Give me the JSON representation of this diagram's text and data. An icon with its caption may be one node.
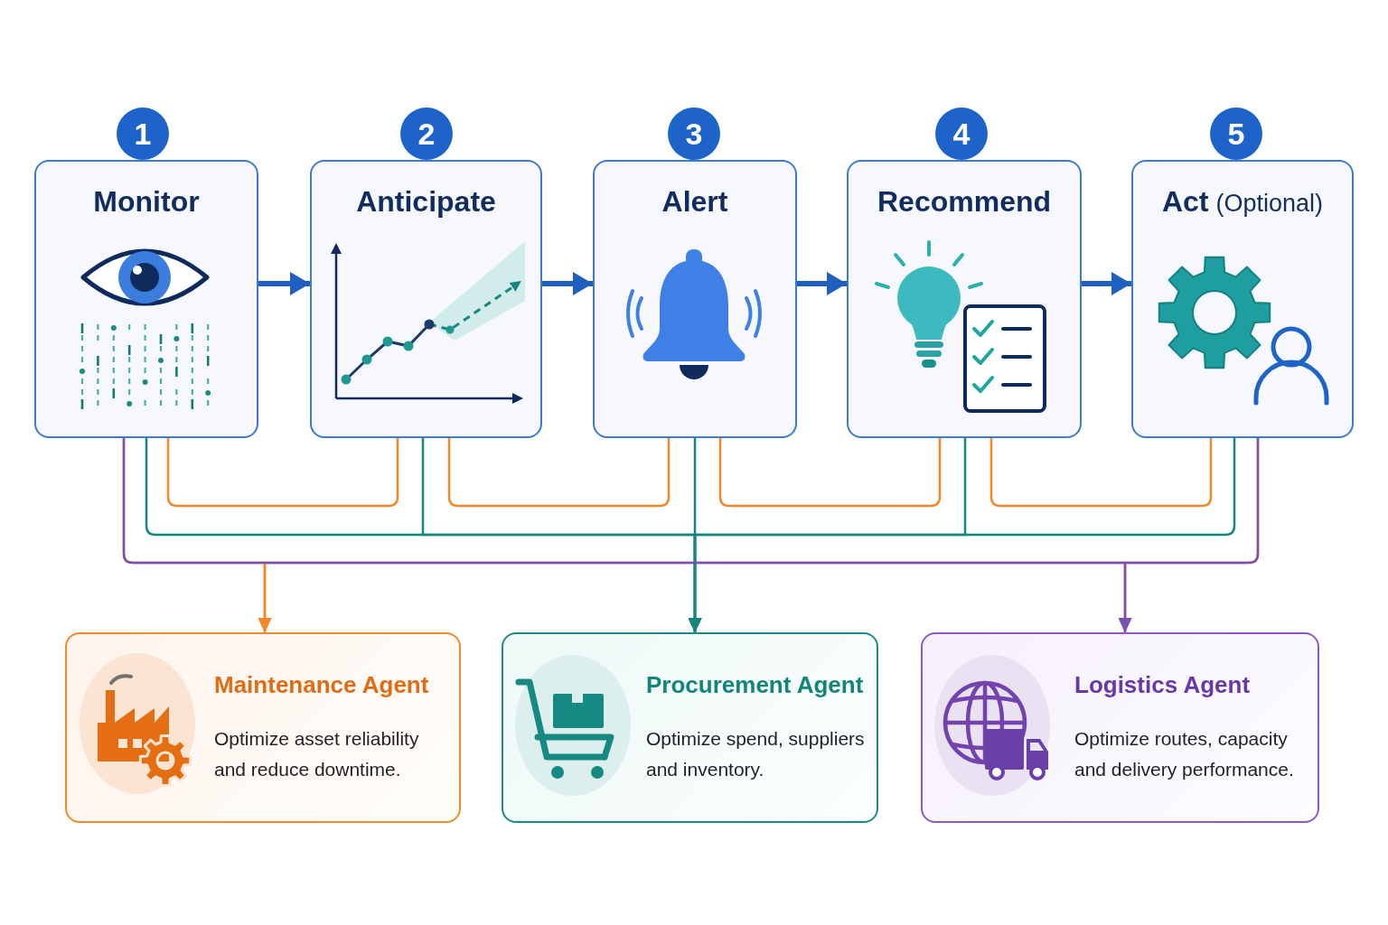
{
  "diagram": {
    "nodes": [
      {
        "text": [
          "1"
        ]
      },
      {
        "text": [
          "2"
        ]
      },
      {
        "text": [
          "3"
        ]
      },
      {
        "text": [
          "4"
        ]
      },
      {
        "text": [
          "5"
        ]
      },
      {
        "text": [
          "Monitor"
        ]
      },
      {
        "text": [
          "Anticipate"
        ]
      },
      {
        "text": [
          "Alert"
        ]
      },
      {
        "text": [
          "Recommend"
        ]
      },
      {
        "text": [
          "Act",
          "(Optional)"
        ]
      },
      {
        "text": [
          "Maintenance Agent",
          "Optimize asset reliability and reduce downtime."
        ]
      },
      {
        "text": [
          "Procurement Agent",
          "Optimize spend, suppliers and inventory."
        ]
      },
      {
        "text": [
          "Logistics Agent",
          "Optimize routes, capacity and delivery performance."
        ]
      }
    ],
    "edges": [
      {
        "from": 5,
        "to": 6,
        "arrow": "to",
        "style": "thick",
        "color": "#1f5fbf"
      },
      {
        "from": 6,
        "to": 7,
        "arrow": "to",
        "style": "thick",
        "color": "#1f5fbf"
      },
      {
        "from": 7,
        "to": 8,
        "arrow": "to",
        "style": "thick",
        "color": "#1f5fbf"
      },
      {
        "from": 8,
        "to": 9,
        "arrow": "to",
        "style": "thick",
        "color": "#1f5fbf"
      },
      {
        "from": 5,
        "to": 6,
        "arrow": "none",
        "color": "#f0892b"
      },
      {
        "from": 6,
        "to": 7,
        "arrow": "none",
        "color": "#f0892b"
      },
      {
        "from": 7,
        "to": 8,
        "arrow": "none",
        "color": "#f0892b"
      },
      {
        "from": 8,
        "to": 9,
        "arrow": "none",
        "color": "#f0892b"
      },
      {
        "from": 5,
        "to": 10,
        "arrow": "to",
        "color": "#f0892b"
      },
      {
        "from": 9,
        "to": 10,
        "arrow": "to",
        "color": "#f0892b"
      },
      {
        "from": 5,
        "to": 11,
        "arrow": "to",
        "color": "#14877d"
      },
      {
        "from": 6,
        "to": 11,
        "arrow": "to",
        "color": "#14877d"
      },
      {
        "from": 7,
        "to": 11,
        "arrow": "to",
        "color": "#14877d"
      },
      {
        "from": 8,
        "to": 11,
        "arrow": "to",
        "color": "#14877d"
      },
      {
        "from": 9,
        "to": 11,
        "arrow": "to",
        "color": "#14877d"
      },
      {
        "from": 5,
        "to": 12,
        "arrow": "to",
        "color": "#7b4fb5"
      },
      {
        "from": 9,
        "to": 12,
        "arrow": "to",
        "color": "#7b4fb5"
      }
    ]
  }
}
